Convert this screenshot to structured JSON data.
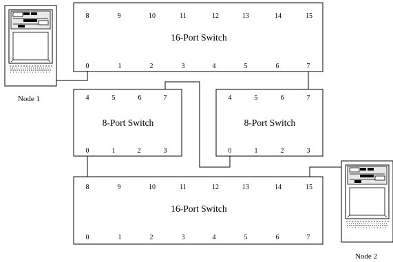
{
  "switches": {
    "top": {
      "title": "16-Port Switch",
      "top_ports": [
        "8",
        "9",
        "10",
        "11",
        "12",
        "13",
        "14",
        "15"
      ],
      "bottom_ports": [
        "0",
        "1",
        "2",
        "3",
        "4",
        "5",
        "6",
        "7"
      ]
    },
    "mid_left": {
      "title": "8-Port Switch",
      "top_ports": [
        "4",
        "5",
        "6",
        "7"
      ],
      "bottom_ports": [
        "0",
        "1",
        "2",
        "3"
      ]
    },
    "mid_right": {
      "title": "8-Port Switch",
      "top_ports": [
        "4",
        "5",
        "6",
        "7"
      ],
      "bottom_ports": [
        "0",
        "1",
        "2",
        "3"
      ]
    },
    "bottom": {
      "title": "16-Port Switch",
      "top_ports": [
        "8",
        "9",
        "10",
        "11",
        "12",
        "13",
        "14",
        "15"
      ],
      "bottom_ports": [
        "0",
        "1",
        "2",
        "3",
        "4",
        "5",
        "6",
        "7"
      ]
    }
  },
  "nodes": {
    "node1": {
      "label": "Node 1"
    },
    "node2": {
      "label": "Node 2"
    }
  }
}
